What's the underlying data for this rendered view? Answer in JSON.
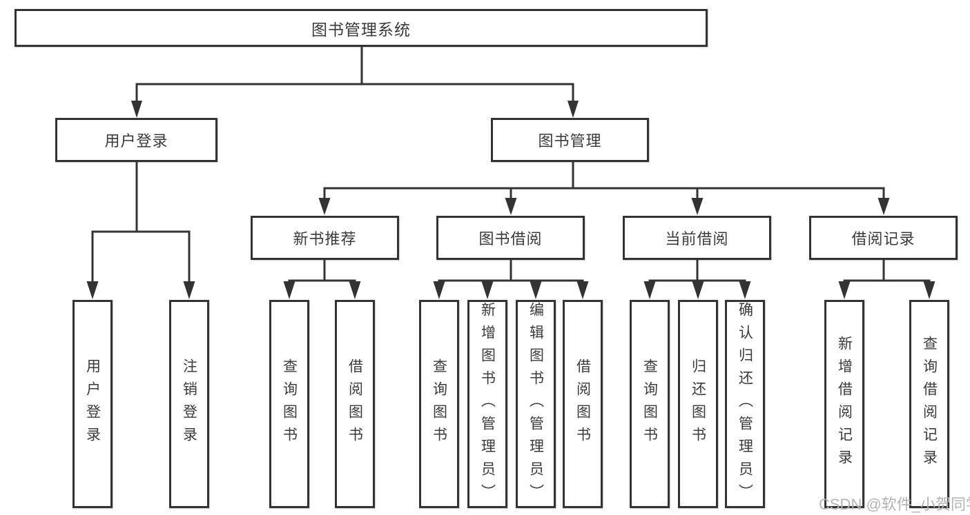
{
  "diagram": {
    "root": "图书管理系统",
    "level2": [
      "用户登录",
      "图书管理"
    ],
    "level3": [
      "新书推荐",
      "图书借阅",
      "当前借阅",
      "借阅记录"
    ],
    "leaves": {
      "user_login": [
        "用户登录",
        "注销登录"
      ],
      "new_book_recommend": [
        "查询图书",
        "借阅图书"
      ],
      "book_borrow": [
        "查询图书",
        "新增图书（管理员）",
        "编辑图书（管理员）",
        "借阅图书"
      ],
      "current_borrow": [
        "查询图书",
        "归还图书",
        "确认归还（管理员）"
      ],
      "borrow_records": [
        "新增借阅记录",
        "查询借阅记录"
      ]
    },
    "watermark": "CSDN @软件_小贺同学",
    "colors": {
      "line": "#333333",
      "text": "#3a3a3a",
      "background": "#ffffff",
      "watermark": "#b3b3b3"
    }
  }
}
